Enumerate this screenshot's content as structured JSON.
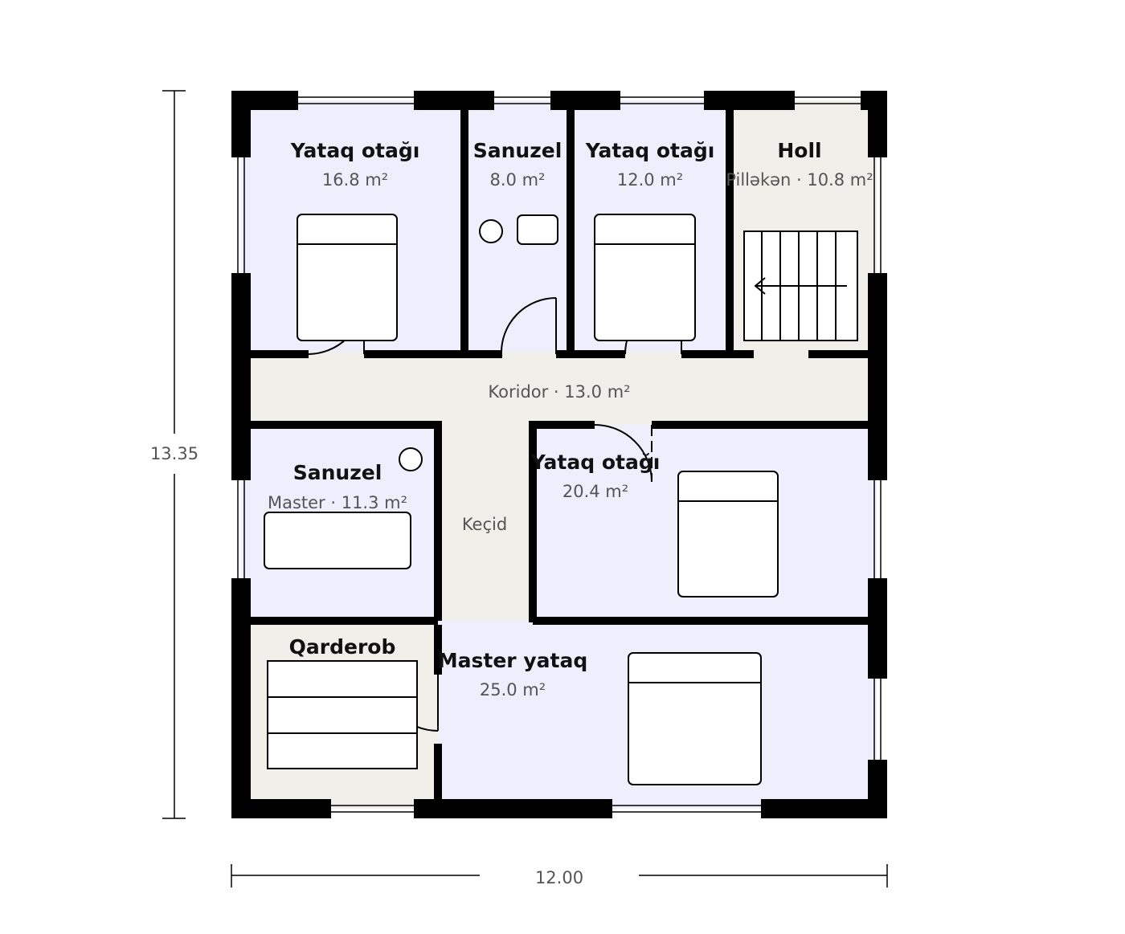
{
  "colors": {
    "room_purple": "#eeeefc",
    "room_gray": "#f0efea",
    "wall": "#000000",
    "dimension": "#555555"
  },
  "rooms": {
    "bed1": {
      "name": "Yataq otağı",
      "area": "16.8 m²"
    },
    "bath1": {
      "name": "Sanuzel",
      "area": "8.0 m²"
    },
    "bed2": {
      "name": "Yataq otağı",
      "area": "12.0 m²"
    },
    "hall": {
      "name": "Holl",
      "area": "Pilləkən · 10.8 m²"
    },
    "corridor": {
      "label": "Koridor · 13.0 m²"
    },
    "bath2": {
      "name": "Sanuzel",
      "area": "Master · 11.3 m²"
    },
    "passage": {
      "label": "Keçid"
    },
    "bed3": {
      "name": "Yataq otağı",
      "area": "20.4 m²"
    },
    "wardrobe": {
      "name": "Qarderob"
    },
    "master": {
      "name": "Master yataq",
      "area": "25.0 m²"
    }
  },
  "dimensions": {
    "height": "13.35",
    "width": "12.00"
  }
}
